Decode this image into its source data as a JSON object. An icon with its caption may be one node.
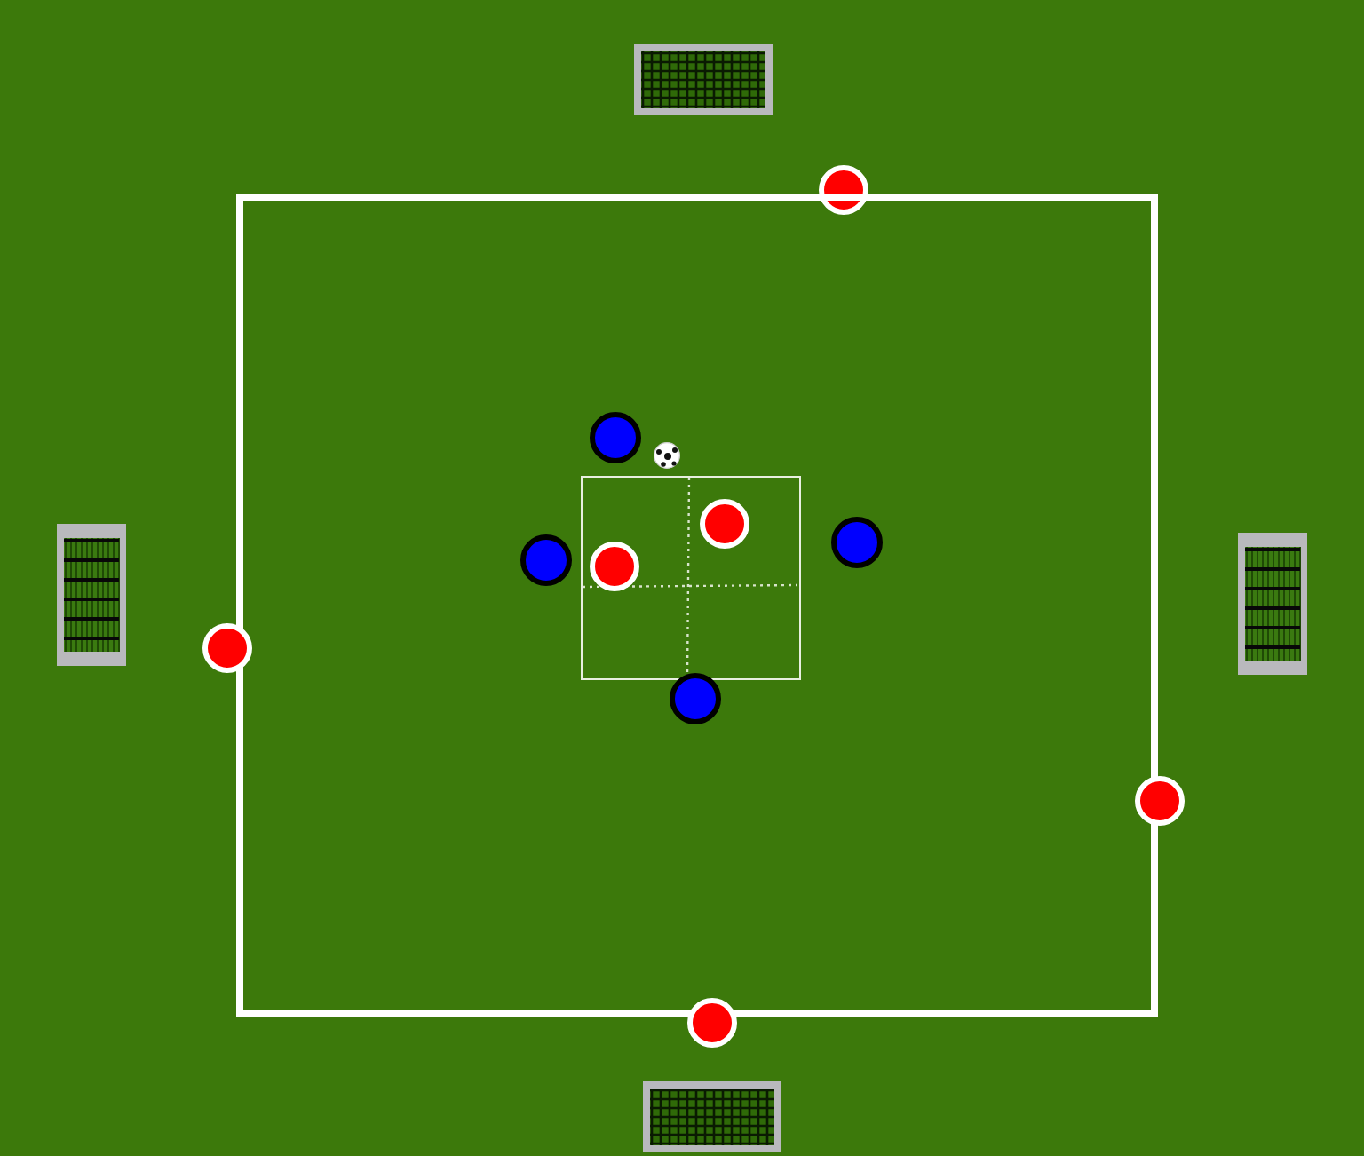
{
  "diagram": {
    "nodes": [
      {
        "text": [],
        "shape": "goal"
      },
      {
        "text": [],
        "shape": "circle"
      },
      {
        "text": [],
        "shape": "box"
      },
      {
        "text": [],
        "shape": "circle",
        "in": 2
      },
      {
        "text": [],
        "shape": "ball",
        "in": 2
      },
      {
        "text": [],
        "shape": "box",
        "in": 2
      },
      {
        "text": [],
        "shape": "circle",
        "in": 5
      },
      {
        "text": [],
        "shape": "circle",
        "in": 2
      },
      {
        "text": [],
        "shape": "circle",
        "in": 5
      },
      {
        "text": [],
        "shape": "circle",
        "in": 2
      },
      {
        "text": [],
        "shape": "goal"
      },
      {
        "text": [],
        "shape": "goal"
      },
      {
        "text": [],
        "shape": "circle"
      },
      {
        "text": [],
        "shape": "circle",
        "in": 2
      },
      {
        "text": [],
        "shape": "circle"
      },
      {
        "text": [],
        "shape": "circle"
      },
      {
        "text": [],
        "shape": "goal"
      }
    ]
  }
}
